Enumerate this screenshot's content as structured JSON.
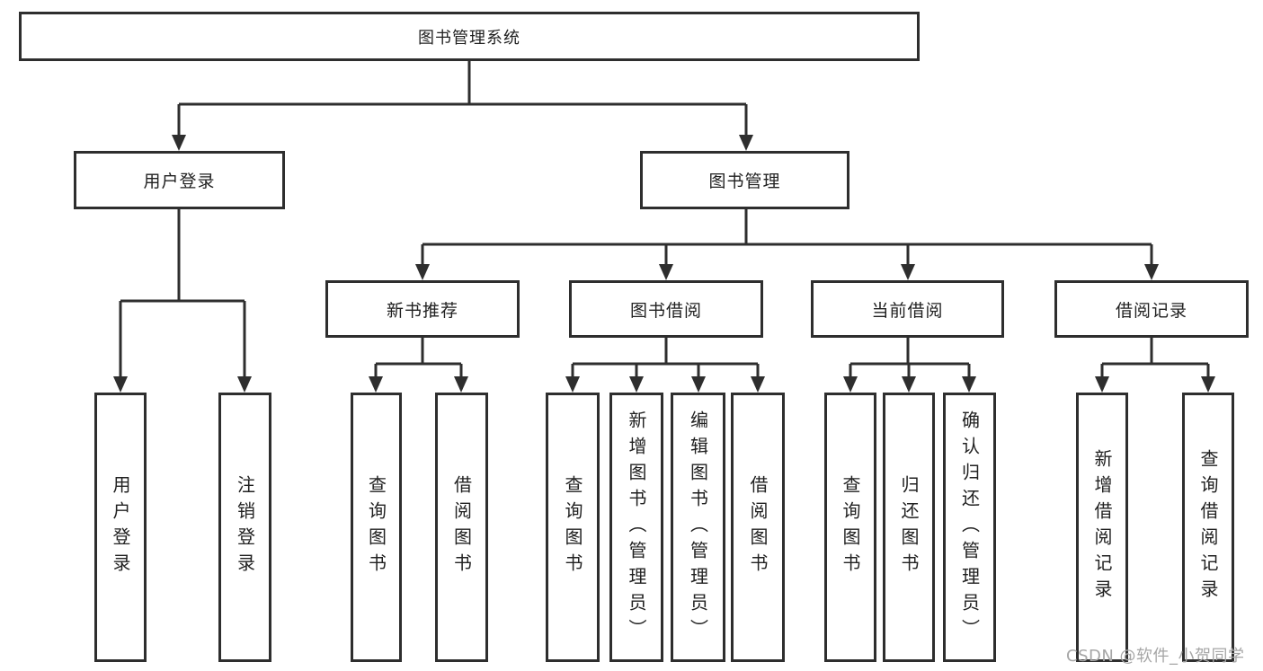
{
  "diagram": {
    "root": {
      "label": "图书管理系统"
    },
    "branches": [
      {
        "label": "用户登录",
        "children": [
          {
            "label": "用户登录"
          },
          {
            "label": "注销登录"
          }
        ]
      },
      {
        "label": "图书管理",
        "children": [
          {
            "label": "新书推荐",
            "children": [
              {
                "label": "查询图书"
              },
              {
                "label": "借阅图书"
              }
            ]
          },
          {
            "label": "图书借阅",
            "children": [
              {
                "label": "查询图书"
              },
              {
                "label": "新增图书（管理员）"
              },
              {
                "label": "编辑图书（管理员）"
              },
              {
                "label": "借阅图书"
              }
            ]
          },
          {
            "label": "当前借阅",
            "children": [
              {
                "label": "查询图书"
              },
              {
                "label": "归还图书"
              },
              {
                "label": "确认归还（管理员）"
              }
            ]
          },
          {
            "label": "借阅记录",
            "children": [
              {
                "label": "新增借阅记录"
              },
              {
                "label": "查询借阅记录"
              }
            ]
          }
        ]
      }
    ]
  },
  "watermark": {
    "text": "CSDN @软件_小贺同学"
  },
  "colors": {
    "line": "#2e2e2e",
    "text": "#212121",
    "background": "#ffffff",
    "watermark": "#a6a6a6"
  }
}
